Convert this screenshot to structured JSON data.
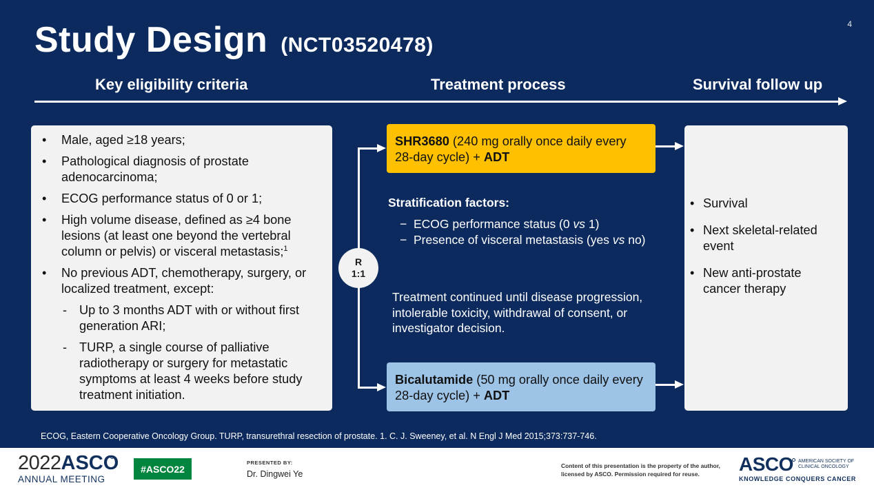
{
  "slide": {
    "page_number": "4",
    "title": "Study Design",
    "title_sub": "(NCT03520478)"
  },
  "headers": {
    "eligibility": "Key eligibility criteria",
    "treatment": "Treatment process",
    "followup": "Survival follow up"
  },
  "criteria": {
    "items": [
      "Male, aged ≥18 years;",
      "Pathological diagnosis of prostate adenocarcinoma;",
      "ECOG performance status of 0 or 1;",
      "High volume disease, defined as ≥4 bone lesions (at least one beyond the vertebral column or pelvis) or visceral metastasis;",
      "No previous ADT, chemotherapy, surgery, or localized treatment, except:"
    ],
    "superscript": "1",
    "sub_items": [
      "Up to 3 months ADT with or without first generation ARI;",
      "TURP, a single course of palliative radiotherapy or surgery for metastatic symptoms at least 4 weeks before study treatment initiation."
    ]
  },
  "randomization": {
    "line1": "R",
    "line2": "1:1"
  },
  "arms": {
    "arm1": {
      "drug": "SHR3680",
      "detail": " (240 mg orally once daily every 28-day cycle) + ",
      "suffix": "ADT",
      "color": "#ffc000"
    },
    "arm2": {
      "drug": "Bicalutamide",
      "detail": " (50 mg orally once daily every 28-day cycle) + ",
      "suffix": "ADT",
      "color": "#9dc3e6"
    }
  },
  "stratification": {
    "title": "Stratification factors:",
    "factor1": {
      "pre": "ECOG performance status (0 ",
      "vs": "vs",
      "post": " 1)"
    },
    "factor2": {
      "pre": "Presence of visceral metastasis (yes ",
      "vs": "vs",
      "post": " no)"
    }
  },
  "treatment_note": "Treatment continued until disease progression, intolerable toxicity, withdrawal of consent, or investigator decision.",
  "followup": {
    "items": [
      "Survival",
      "Next skeletal-related event",
      "New anti-prostate cancer therapy"
    ]
  },
  "footnote": "ECOG, Eastern Cooperative Oncology Group. TURP, transurethral resection of prostate. 1. C. J. Sweeney, et al. N Engl J Med 2015;373:737-746.",
  "footer": {
    "meeting_year": "2022",
    "meeting_org": "ASCO",
    "meeting_label": "ANNUAL MEETING",
    "hashtag": "#ASCO22",
    "presented_by_label": "PRESENTED BY:",
    "presenter": "Dr. Dingwei Ye",
    "copyright": "Content of this presentation is the property of the author, licensed by ASCO. Permission required for reuse.",
    "asco_logo": "ASCO",
    "asco_society": "AMERICAN SOCIETY OF CLINICAL ONCOLOGY",
    "asco_tagline": "KNOWLEDGE CONQUERS CANCER",
    "hashtag_color": "#00853e"
  },
  "colors": {
    "background": "#0c2a5e",
    "panel": "#f2f2f2",
    "brand_navy": "#11305e"
  }
}
